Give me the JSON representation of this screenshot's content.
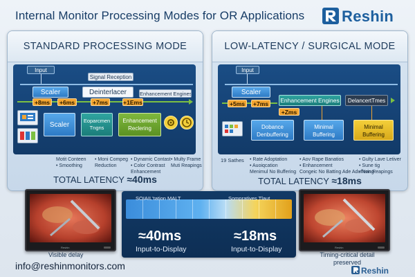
{
  "header": {
    "title": "Internal Monitor Processing Modes for OR Applications",
    "brand": "Reshin"
  },
  "colors": {
    "accent_blue": "#2d7ac5",
    "delay_orange": "#f2a531",
    "enhance_green": "#7fb83d",
    "buffer_yellow": "#f3cf3a",
    "brand_blue": "#1d5f9e"
  },
  "left_panel": {
    "title": "STANDARD PROCESSING MODE",
    "input": "Input",
    "signal_reception": "Signal Reception",
    "scaler": "Scaler",
    "deinterlacer": "Deinterlacer",
    "enhancement_engines": "Enhancement Engines",
    "delays": [
      "+8ms",
      "+6ms",
      "+7ms",
      "+1Ems"
    ],
    "lower_blocks": {
      "scaler": "Scaler",
      "second": "Eoparcmen Tngns",
      "third": "Enhancement Reclering"
    },
    "features": [
      "Motit Conteen",
      "Smoothing",
      "Moni Compeg",
      "Reduction",
      "Dynamic Contast",
      "Color Contrast",
      "Enhancement",
      "Multy Frame",
      "Muti Reapings"
    ],
    "latency_label": "TOTAL LATENCY",
    "latency_value": "≈40ms"
  },
  "right_panel": {
    "title": "LOW-LATENCY / SURGICAL MODE",
    "input": "Input",
    "scaler": "Scaler",
    "enhancement_engines": "Enhancement Engines",
    "delancer": "DelancertTmes",
    "delays": [
      "+5ms",
      "+7ms",
      "+Zms"
    ],
    "lower_blocks": {
      "first": "Dobance Denbuffering",
      "second": "Minimal Buffering",
      "third": "Minimal Buffering"
    },
    "left_caption": "19 Sathes",
    "features": [
      "Rate Adoptation",
      "Auoiqcation",
      "Menimul No Buffering",
      "Aov Rape Banatios",
      "Enhancement",
      "Congeic No Batting Ade Aduffering",
      "Gulty Lave Letiver",
      "Sune tig",
      "Nan Reapings"
    ],
    "latency_label": "TOTAL LATENCY",
    "latency_value": "≈18ms"
  },
  "comparison": {
    "bar_label_left": "SOIAIL'tation MALT",
    "bar_label_right": "Sompratives Tlaut",
    "standard_value": "≈40ms",
    "standard_caption": "Input-to-Display",
    "surgical_value": "≈18ms",
    "surgical_caption": "Input-to-Display",
    "left_monitor_caption": "Visible delay",
    "right_monitor_caption": "Timing-critical detail preserved",
    "monitor_brand": "Reshin"
  },
  "footer": {
    "email": "info@reshinmonitors.com",
    "brand": "Reshin"
  }
}
